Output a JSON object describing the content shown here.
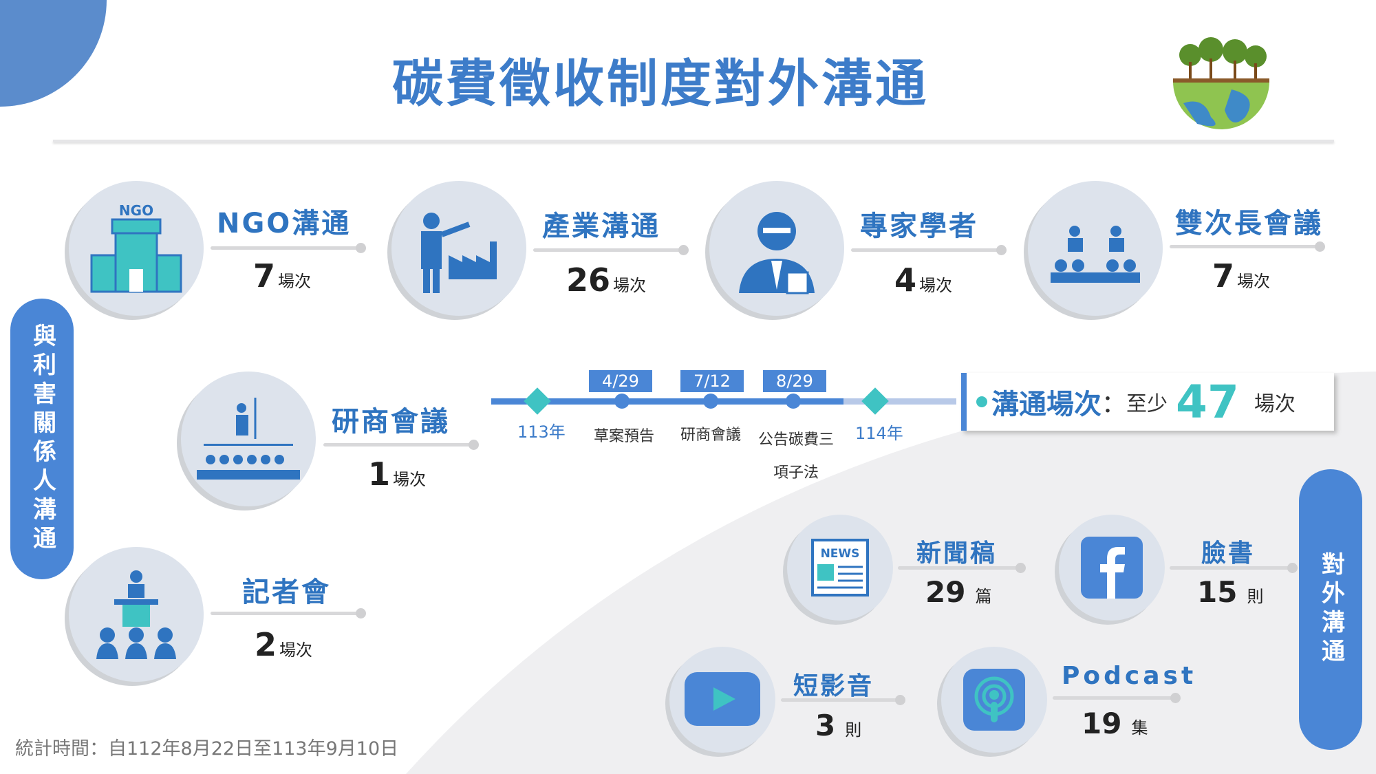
{
  "title": "碳費徵收制度對外溝通",
  "left_pill": "與利害關係人溝通",
  "right_pill": "對外溝通",
  "stakeholders": [
    {
      "label": "NGO溝通",
      "count": "7",
      "unit": "場次",
      "icon": "ngo-building-icon",
      "icon_text": "NGO"
    },
    {
      "label": "產業溝通",
      "count": "26",
      "unit": "場次",
      "icon": "industry-worker-icon"
    },
    {
      "label": "專家學者",
      "count": "4",
      "unit": "場次",
      "icon": "expert-icon"
    },
    {
      "label": "雙次長會議",
      "count": "7",
      "unit": "場次",
      "icon": "meeting-podium-icon"
    },
    {
      "label": "研商會議",
      "count": "1",
      "unit": "場次",
      "icon": "conference-icon"
    },
    {
      "label": "記者會",
      "count": "2",
      "unit": "場次",
      "icon": "press-conference-icon"
    }
  ],
  "timeline": {
    "start": "113年",
    "end": "114年",
    "events": [
      {
        "date": "4/29",
        "label": "草案預告"
      },
      {
        "date": "7/12",
        "label": "研商會議"
      },
      {
        "date": "8/29",
        "label": "公告碳費三項子法"
      }
    ]
  },
  "summary": {
    "label": "溝通場次",
    "colon": "：",
    "prefix": "至少",
    "value": "47",
    "unit": "場次"
  },
  "media": [
    {
      "label": "新聞稿",
      "count": "29",
      "unit": "篇",
      "icon": "newspaper-icon",
      "icon_text": "NEWS"
    },
    {
      "label": "臉書",
      "count": "15",
      "unit": "則",
      "icon": "facebook-icon"
    },
    {
      "label": "短影音",
      "count": "3",
      "unit": "則",
      "icon": "video-play-icon"
    },
    {
      "label": "Podcast",
      "count": "19",
      "unit": "集",
      "icon": "podcast-icon"
    }
  ],
  "footer": "統計時間：自112年8月22日至113年9月10日",
  "colors": {
    "primary": "#4a86d6",
    "accent": "#3fc3c3",
    "title": "#3d7cc9"
  }
}
